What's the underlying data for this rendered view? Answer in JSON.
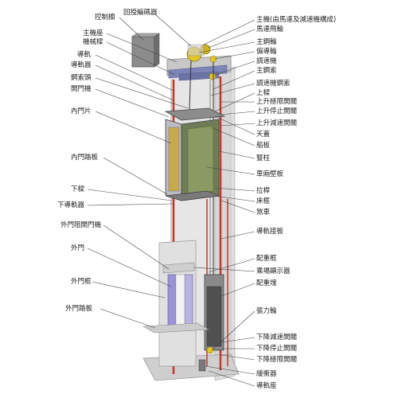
{
  "left_labels": [
    {
      "id": "control-cabinet",
      "text": "控制櫥"
    },
    {
      "id": "machine-base",
      "text": "主機座"
    },
    {
      "id": "machine-beam",
      "text": "機械樑"
    },
    {
      "id": "guide-rail",
      "text": "導軌"
    },
    {
      "id": "guide-shoe",
      "text": "導軌器"
    },
    {
      "id": "rope-head",
      "text": "鋼索頭"
    },
    {
      "id": "door-operator",
      "text": "開門機"
    },
    {
      "id": "inner-door-panel",
      "text": "內門片"
    },
    {
      "id": "inner-sill",
      "text": "內門踏板"
    },
    {
      "id": "bottom-beam",
      "text": "下樑"
    },
    {
      "id": "lower-guide-shoe",
      "text": "下導軌器"
    },
    {
      "id": "outer-door-closer",
      "text": "外門阻開門機"
    },
    {
      "id": "outer-door",
      "text": "外門"
    },
    {
      "id": "outer-door-frame",
      "text": "外門框"
    },
    {
      "id": "outer-sill",
      "text": "外門踏板"
    }
  ],
  "right_labels": [
    {
      "id": "main-machine",
      "text": "主機(由馬達及減速機構成)"
    },
    {
      "id": "motor-flywheel",
      "text": "馬達飛輪"
    },
    {
      "id": "main-sheave",
      "text": "主鋼輪"
    },
    {
      "id": "deflector-sheave",
      "text": "偏導輪"
    },
    {
      "id": "governor",
      "text": "調速機"
    },
    {
      "id": "main-rope",
      "text": "主鋼索"
    },
    {
      "id": "governor-rope",
      "text": "調速機鋼索"
    },
    {
      "id": "top-beam",
      "text": "上樑"
    },
    {
      "id": "up-final-limit",
      "text": "上升極限開關"
    },
    {
      "id": "up-stop-switch",
      "text": "上升停止開關"
    },
    {
      "id": "up-slowdown-switch",
      "text": "上升減速開關"
    },
    {
      "id": "car-ceiling",
      "text": "天蓋"
    },
    {
      "id": "toe-plate",
      "text": "船板"
    },
    {
      "id": "stile",
      "text": "豎柱"
    },
    {
      "id": "car-wall",
      "text": "車廂壁板"
    },
    {
      "id": "tie-rod",
      "text": "拉桿"
    },
    {
      "id": "car-frame-floor",
      "text": "床框"
    },
    {
      "id": "safety-gear",
      "text": "煞車"
    },
    {
      "id": "rail-bracket",
      "text": "導軌接板"
    },
    {
      "id": "counterweight-frame",
      "text": "配重框"
    },
    {
      "id": "hall-indicator",
      "text": "乘場顯示器"
    },
    {
      "id": "counterweight-block",
      "text": "配重塊"
    },
    {
      "id": "tension-sheave",
      "text": "張力輪"
    },
    {
      "id": "down-slowdown-switch",
      "text": "下降減速開關"
    },
    {
      "id": "down-stop-switch",
      "text": "下降停止開關"
    },
    {
      "id": "down-final-limit",
      "text": "下降極限開關"
    },
    {
      "id": "buffer",
      "text": "緩衝器"
    },
    {
      "id": "rail-base",
      "text": "導軌座"
    }
  ],
  "top_label": {
    "id": "encoder",
    "text": "回授編碼器"
  },
  "colors": {
    "shaft_wall": "#dcdcdc",
    "shaft_edge": "#9a9a9a",
    "car_body": "#6e7d55",
    "car_panel": "#8a9a62",
    "rail_red": "#c0392b",
    "rope": "#333333",
    "machine_yellow": "#e2c72a",
    "beam_blue": "#7d85b8",
    "cabinet_gray": "#8c8c8c",
    "door_purple": "#9c93d6",
    "counterweight": "#505050"
  }
}
